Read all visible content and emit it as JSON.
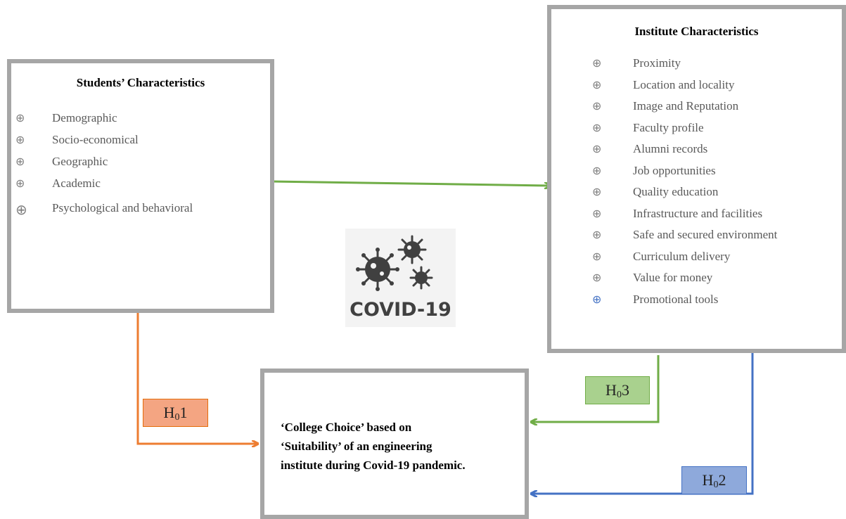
{
  "students": {
    "title": "Students’ Characteristics",
    "bullet": "⊕",
    "items": [
      "Demographic",
      "Socio-economical",
      "Geographic",
      "Academic",
      "Psychological and behavioral"
    ]
  },
  "institute": {
    "title": "Institute Characteristics",
    "bullet": "⊕",
    "items": [
      "Proximity",
      "Location and locality",
      "Image and Reputation",
      "Faculty profile",
      "Alumni records",
      "Job opportunities",
      "Quality education",
      "Infrastructure and facilities",
      "Safe and secured environment",
      "Curriculum delivery",
      "Value for money",
      "Promotional tools"
    ]
  },
  "covid": {
    "label": "COVID-19",
    "icon": "virus-icon"
  },
  "outcome": {
    "lines": [
      "‘College Choice’ based on",
      "‘Suitability’ of an engineering",
      "institute during Covid-19 pandemic."
    ]
  },
  "hypotheses": {
    "h1": {
      "prefix": "H",
      "sub": "0",
      "suffix": "1",
      "fill": "#f4a582",
      "border": "#e46c0a"
    },
    "h2": {
      "prefix": "H",
      "sub": "0",
      "suffix": "2",
      "fill": "#8ea9db",
      "border": "#4472c4"
    },
    "h3": {
      "prefix": "H",
      "sub": "0",
      "suffix": "3",
      "fill": "#a9d18e",
      "border": "#70ad47"
    }
  },
  "colors": {
    "box_border": "#a6a6a6",
    "green_arrow": "#70ad47",
    "orange_arrow": "#ed7d31",
    "blue_arrow": "#4472c4",
    "last_bullet": "#4472c4"
  }
}
